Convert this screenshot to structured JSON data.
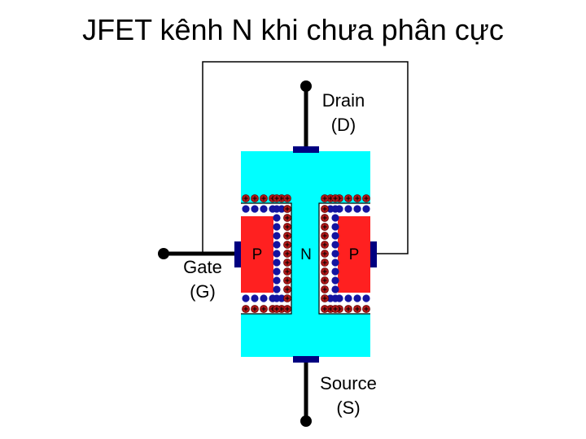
{
  "slide": {
    "title": "JFET kênh N khi chưa phân cực"
  },
  "diagram": {
    "drain": {
      "name": "Drain",
      "symbol": "(D)"
    },
    "gate": {
      "name": "Gate",
      "symbol": "(G)"
    },
    "source": {
      "name": "Source",
      "symbol": "(S)"
    },
    "channel_label": "N",
    "left_region_label": "P",
    "right_region_label": "P",
    "colors": {
      "n_channel": "#00FFFF",
      "p_region": "#FF2020",
      "contact": "#000080",
      "electron": "#1414A0",
      "hole": "#B01818",
      "wire": "#000000",
      "lead": "#000000"
    },
    "icons": {
      "hole": "plus-dot-icon",
      "electron": "minus-dot-icon"
    }
  }
}
